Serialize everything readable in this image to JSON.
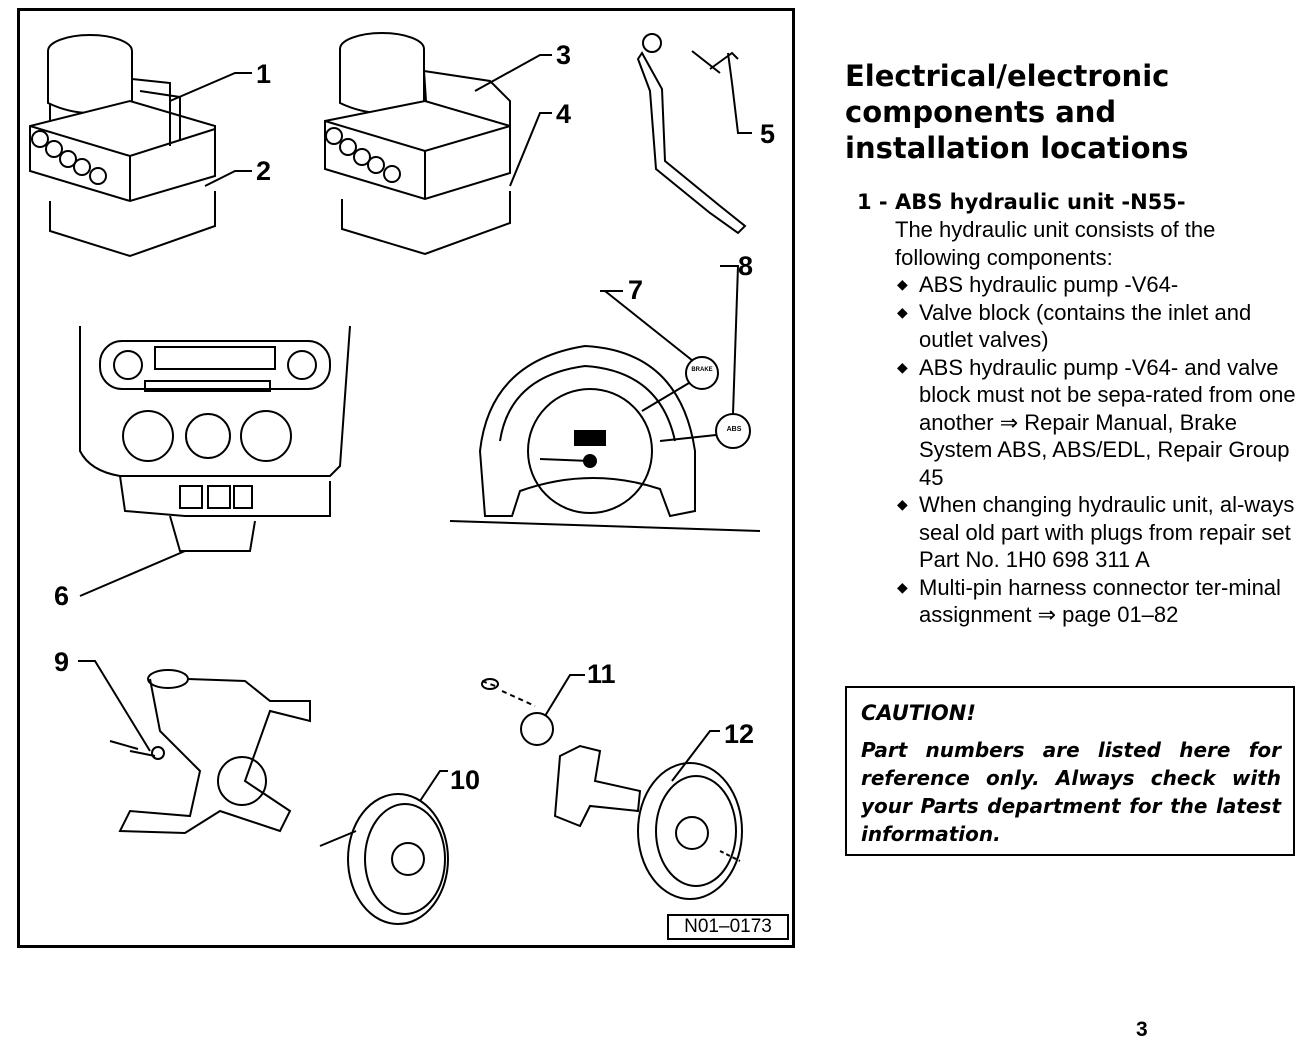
{
  "figure": {
    "callouts": [
      "1",
      "2",
      "3",
      "4",
      "5",
      "6",
      "7",
      "8",
      "9",
      "10",
      "11",
      "12"
    ],
    "gauge_labels": {
      "brake": "BRAKE",
      "abs": "ABS"
    },
    "reference": "N01–0173"
  },
  "title": "Electrical/electronic components and installation locations",
  "item_1": {
    "heading": "1 - ABS hydraulic unit -N55-",
    "intro": "The hydraulic unit consists of the following components:",
    "bullets": [
      "ABS hydraulic pump -V64-",
      "Valve block (contains the inlet and outlet valves)",
      "ABS hydraulic pump -V64- and valve block must not be sepa-rated from one another ⇒ Repair Manual, Brake System ABS, ABS/EDL, Repair Group 45",
      "When changing hydraulic unit, al-ways seal old part with plugs from repair set Part No. 1H0 698 311 A",
      "Multi-pin harness connector ter-minal assignment ⇒ page 01–82"
    ]
  },
  "caution": {
    "title": "CAUTION!",
    "text": "Part numbers are listed here for reference only. Always check with your Parts department for the latest information."
  },
  "page_number": "3"
}
